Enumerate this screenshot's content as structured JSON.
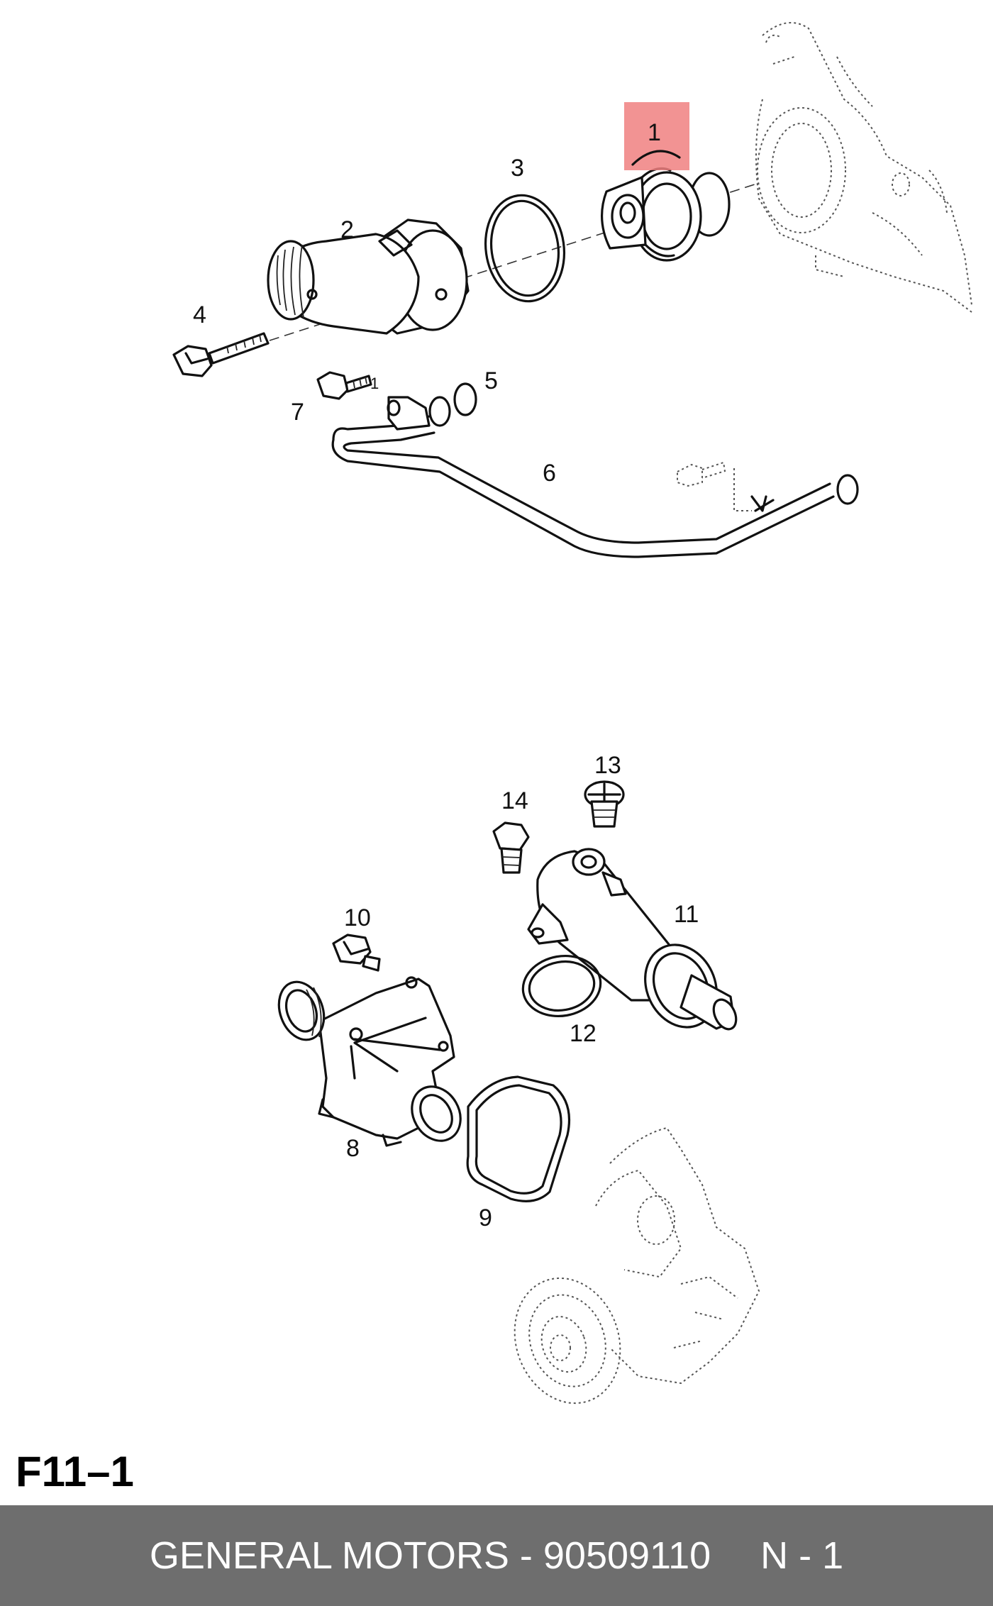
{
  "figure_label": "F11–1",
  "callouts": [
    "1",
    "2",
    "3",
    "4",
    "5",
    "6",
    "7",
    "8",
    "9",
    "10",
    "11",
    "12",
    "13",
    "14"
  ],
  "highlight_color": "#f08080",
  "footer": {
    "brand_part": "GENERAL MOTORS - 90509110",
    "quantity": "N - 1"
  },
  "footer_color": "#6e6e6e"
}
